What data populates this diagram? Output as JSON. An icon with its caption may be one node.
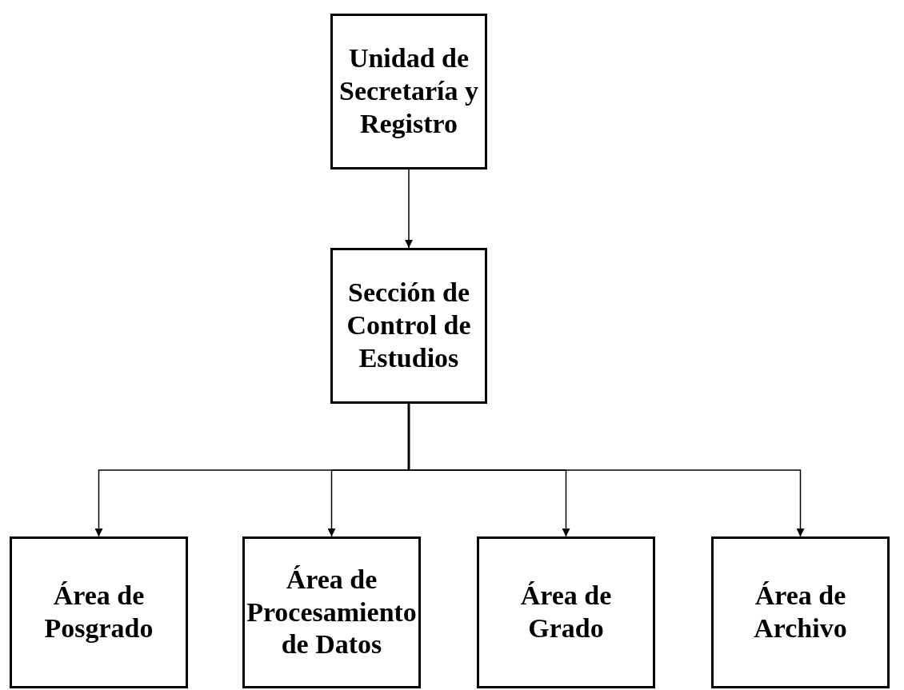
{
  "diagram": {
    "nodes": [
      {
        "text": [
          "Unidad de Secretaría y Registro"
        ]
      },
      {
        "text": [
          "Sección de Control de Estudios"
        ]
      },
      {
        "text": [
          "Área de Posgrado"
        ]
      },
      {
        "text": [
          "Área de Procesamiento de Datos"
        ]
      },
      {
        "text": [
          "Área de Grado"
        ]
      },
      {
        "text": [
          "Área de Archivo"
        ]
      }
    ],
    "edges": [
      {
        "from": 0,
        "to": 1,
        "arrow": "to"
      },
      {
        "from": 1,
        "to": 2,
        "arrow": "to"
      },
      {
        "from": 1,
        "to": 3,
        "arrow": "to"
      },
      {
        "from": 1,
        "to": 4,
        "arrow": "to"
      },
      {
        "from": 1,
        "to": 5,
        "arrow": "to"
      }
    ]
  }
}
